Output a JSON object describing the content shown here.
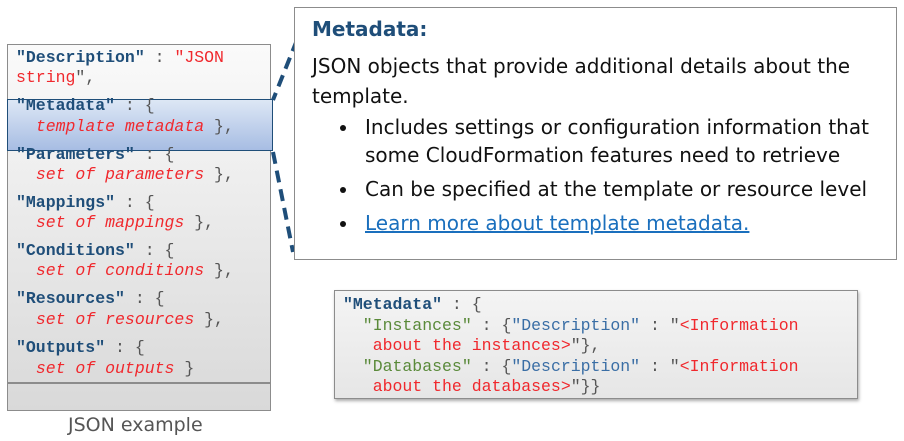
{
  "json_example": {
    "lines": [
      {
        "key": "\"Description\"",
        "sep": " : ",
        "val": "\"JSON",
        "tail": ""
      },
      {
        "cont": "string",
        "tail": "\","
      },
      {
        "key": "\"Metadata\"",
        "sep": " : {",
        "val": "",
        "tail": ""
      },
      {
        "italic": "template metadata",
        "tail": " },"
      },
      {
        "key": "\"Parameters\"",
        "sep": " : {",
        "val": "",
        "tail": ""
      },
      {
        "italic": "set of parameters",
        "tail": " },"
      },
      {
        "key": "\"Mappings\"",
        "sep": " : {",
        "val": "",
        "tail": ""
      },
      {
        "italic": "set of mappings",
        "tail": " },"
      },
      {
        "key": "\"Conditions\"",
        "sep": " : {",
        "val": "",
        "tail": ""
      },
      {
        "italic": "set of conditions",
        "tail": " },"
      },
      {
        "key": "\"Resources\"",
        "sep": " : {",
        "val": "",
        "tail": ""
      },
      {
        "italic": "set of resources",
        "tail": " },"
      },
      {
        "key": "\"Outputs\"",
        "sep": " : {",
        "val": "",
        "tail": ""
      },
      {
        "italic": "set of outputs",
        "tail": " }"
      }
    ],
    "caption": "JSON example"
  },
  "callout": {
    "title": "Metadata:",
    "body": "JSON objects that provide additional details about the template.",
    "bullets": [
      "Includes settings or configuration information that some CloudFormation features need to retrieve",
      "Can be specified at the template or resource level"
    ],
    "link": "Learn more about template metadata."
  },
  "example": {
    "l1k": "\"Metadata\"",
    "l1p": " : {",
    "l2a": "  \"Instances\"",
    "l2b": " : {",
    "l2c": "\"Description\"",
    "l2d": " : \"",
    "l2e": "<Information",
    "l3a": "   about the instances>",
    "l3b": "\"},",
    "l4a": "  \"Databases\"",
    "l4b": " : {",
    "l4c": "\"Description\"",
    "l4d": " : \"",
    "l4e": "<Information",
    "l5a": "   about the databases>",
    "l5b": "\"}}"
  },
  "colors": {
    "accent": "#1f4e79",
    "string": "#f0282d",
    "link": "#1a6fbd"
  }
}
